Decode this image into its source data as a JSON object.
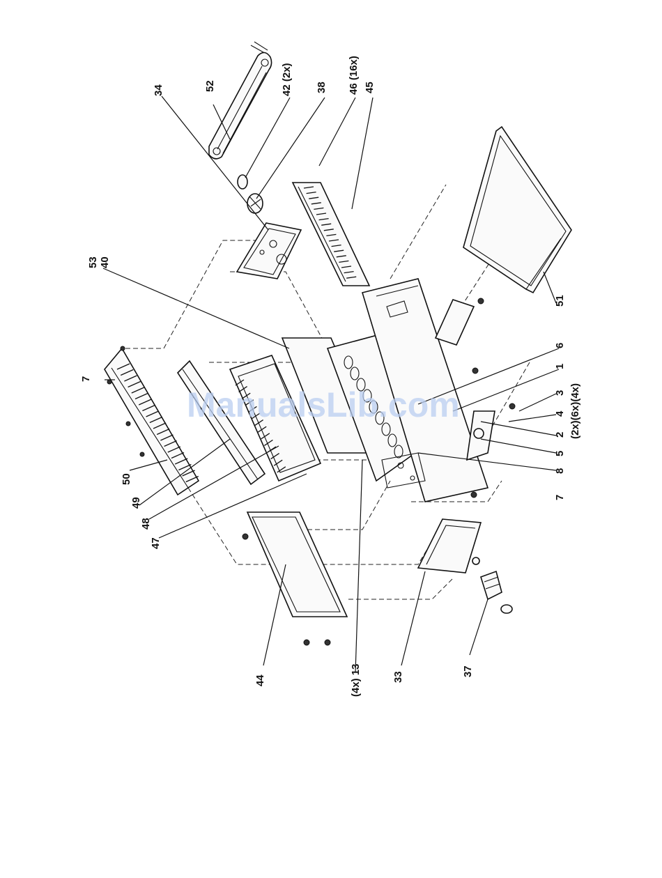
{
  "watermark": "ManualsLib.com",
  "callouts": {
    "c34": "34",
    "c52": "52",
    "c42": "42 (2x)",
    "c38": "38",
    "c46": "46 (16x)",
    "c45": "45",
    "c53": "53",
    "c40": "40",
    "c6": "6",
    "c1": "1",
    "c3": "3",
    "c4": "4",
    "c2": "2",
    "c5": "5",
    "c8": "8",
    "c7r": "7",
    "qty": "(2x)(6x)(4x)",
    "c51": "51",
    "c7t": "7",
    "c50": "50",
    "c49": "49",
    "c48": "48",
    "c47": "47",
    "c44": "44",
    "c13": "(4x) 13",
    "c33": "33",
    "c37": "37"
  }
}
